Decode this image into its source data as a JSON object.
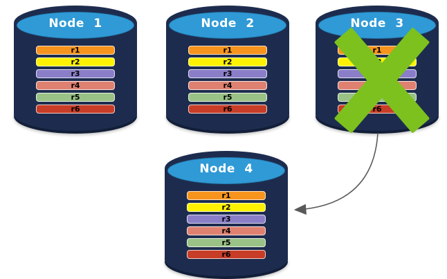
{
  "nodes": [
    {
      "label": "Node 1",
      "status": "active"
    },
    {
      "label": "Node 2",
      "status": "active"
    },
    {
      "label": "Node 3",
      "status": "failed"
    },
    {
      "label": "Node 4",
      "status": "active"
    }
  ],
  "records": [
    {
      "label": "r1",
      "color": "#F7941D"
    },
    {
      "label": "r2",
      "color": "#FFF200"
    },
    {
      "label": "r3",
      "color": "#8A7EC8"
    },
    {
      "label": "r4",
      "color": "#DF8170"
    },
    {
      "label": "r5",
      "color": "#9AC286"
    },
    {
      "label": "r6",
      "color": "#C83D27"
    }
  ],
  "failure_mark": {
    "on_node": "Node 3"
  },
  "arrow": {
    "from": "Node 3",
    "to": "Node 4"
  },
  "colors": {
    "background": "#FFFFFF",
    "cylinder_body": "#1D2C4E",
    "cylinder_bottom_rim": "#131F39",
    "cylinder_top": "#2F9AD6",
    "title_text": "#FFFFFF",
    "record_text": "#000000",
    "x_mark": "#7CC11E",
    "arrow": "#595959"
  }
}
